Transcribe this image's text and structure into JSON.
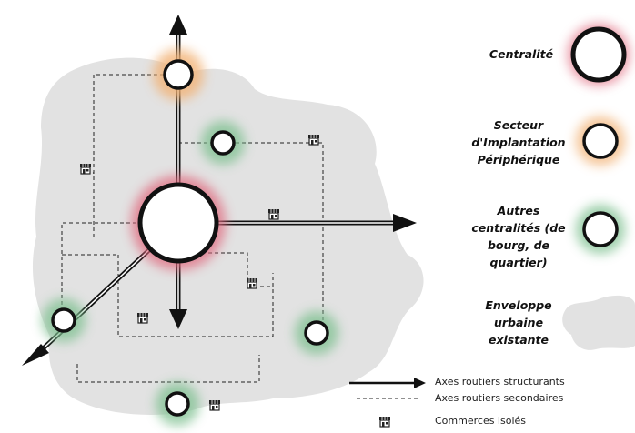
{
  "legend": {
    "centralite": "Centralité",
    "secteur": [
      "Secteur",
      "d'Implantation",
      "Périphérique"
    ],
    "autres": [
      "Autres",
      "centralités (de",
      "bourg, de",
      "quartier)"
    ],
    "enveloppe": [
      "Enveloppe",
      "urbaine",
      "existante"
    ]
  },
  "key": {
    "axes_structurants": "Axes routiers structurants",
    "axes_secondaires": "Axes routiers secondaires",
    "commerces": "Commerces isolés"
  },
  "colors": {
    "centralite_halo": "#e0697e",
    "secteur_halo": "#f2b276",
    "autres_halo": "#7dc08f",
    "enveloppe": "#e2e2e2",
    "line": "#111111"
  },
  "icons": [
    "shop-icon",
    "arrow-icon"
  ]
}
